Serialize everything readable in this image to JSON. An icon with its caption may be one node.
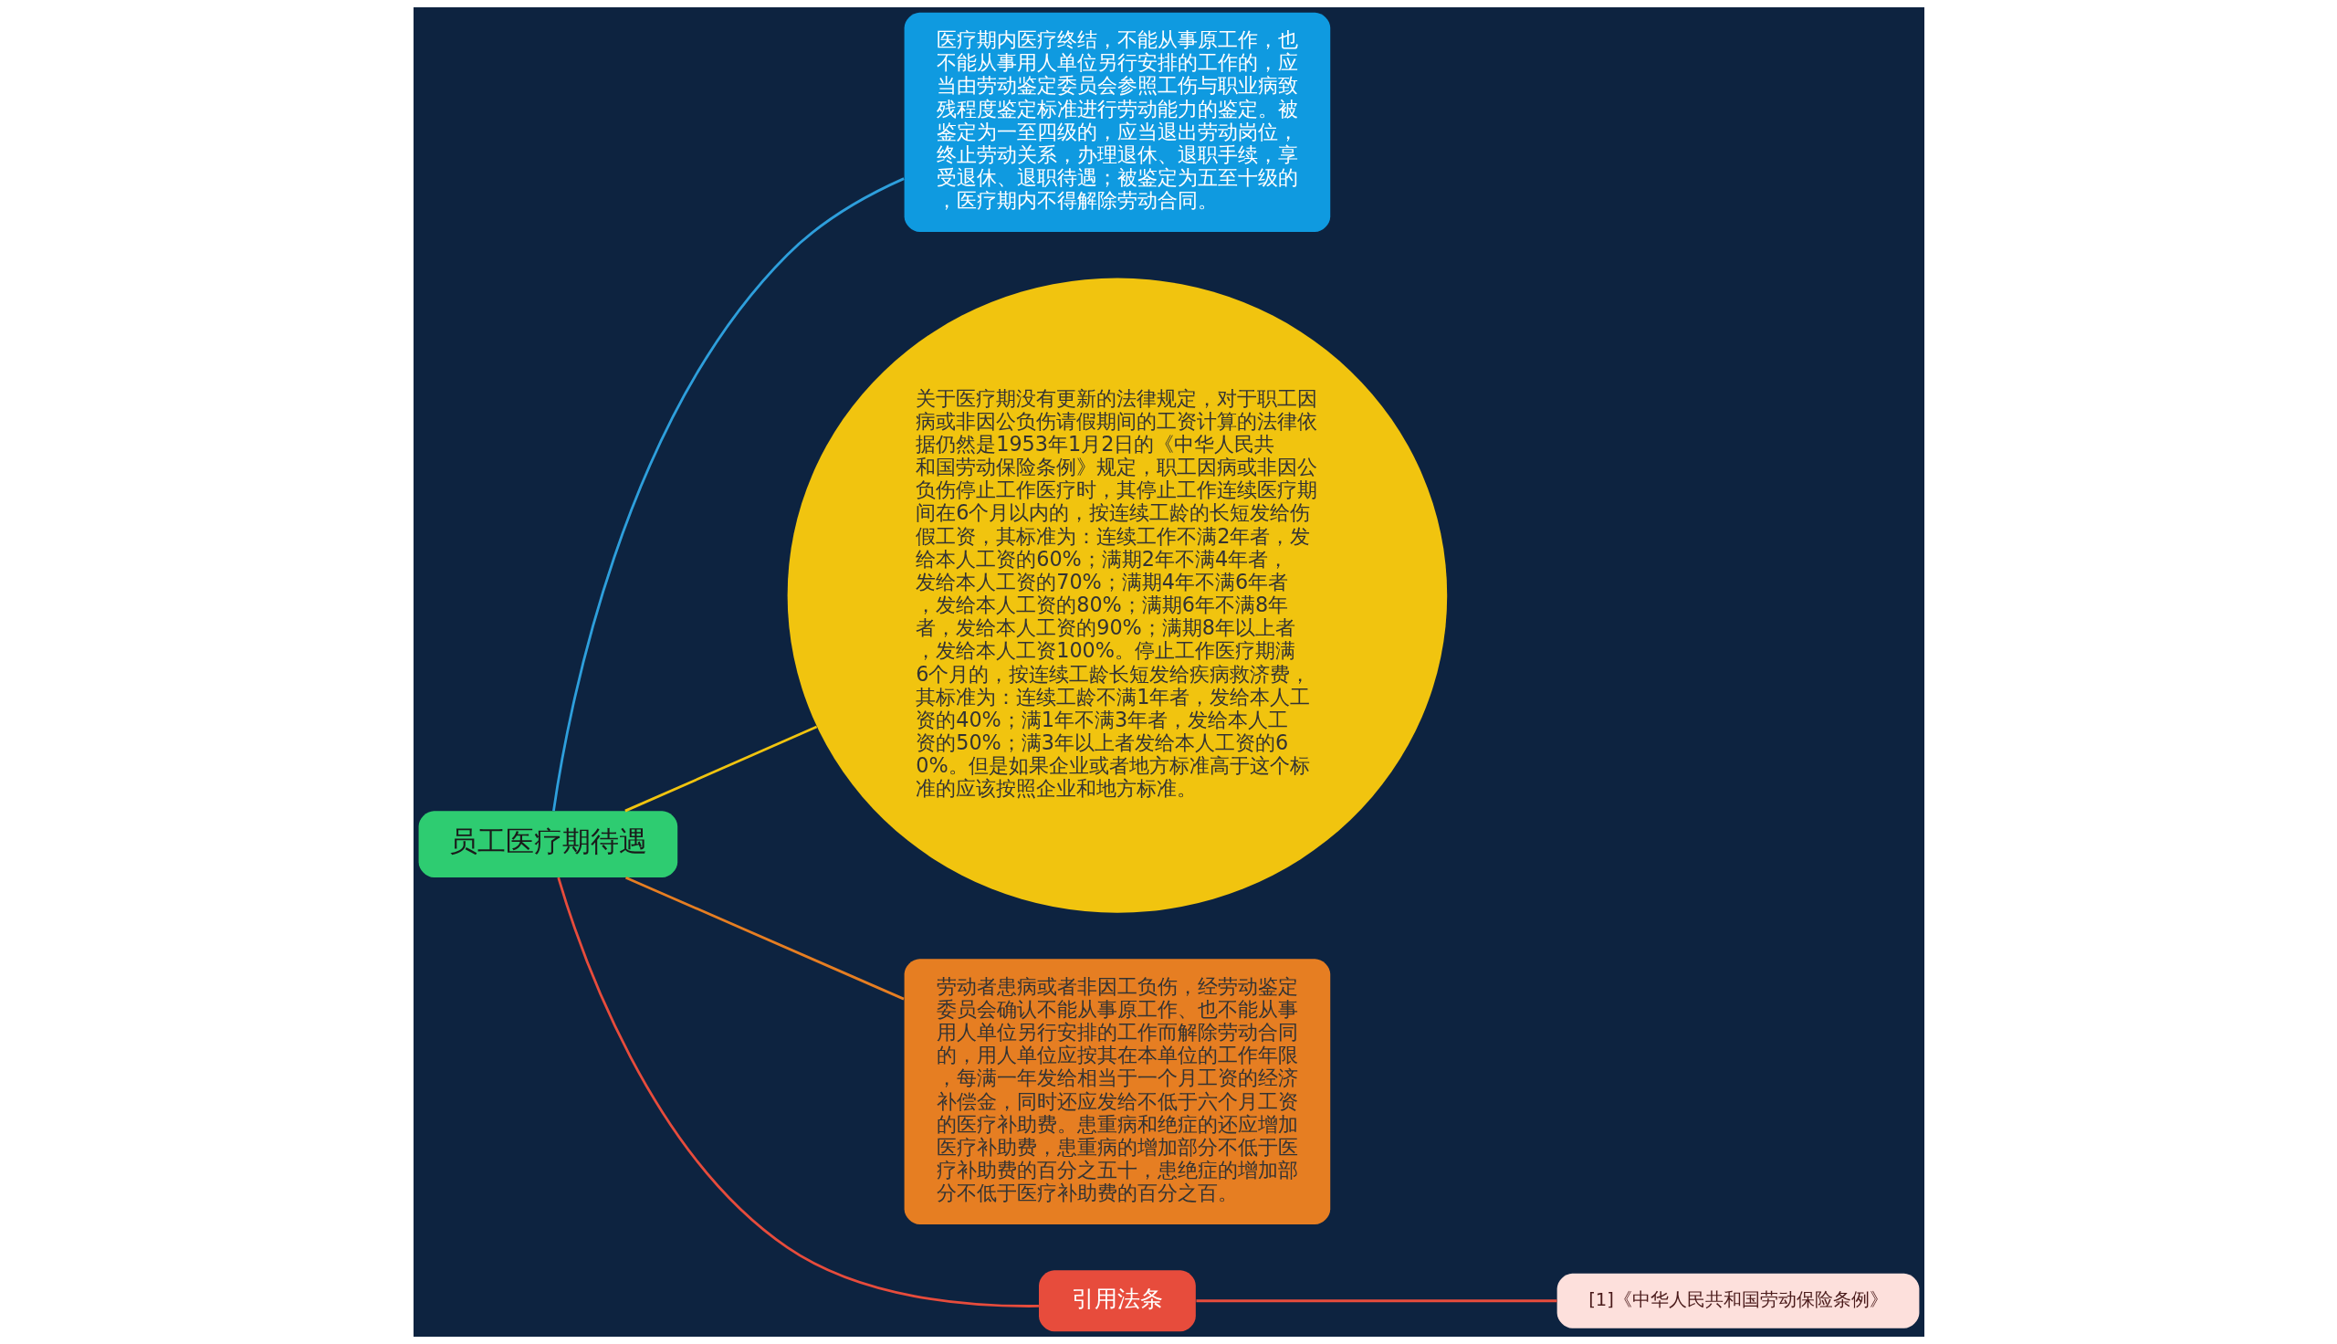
{
  "diagram": {
    "nodes": [
      {
        "text": [
          "员工医疗期待遇"
        ]
      },
      {
        "text": [
          "医疗期内医疗终结，不能从事原工作，也不能从事用人单位另行安排的工作的，应当由劳动鉴定委员会参照工伤与职业病致残程度鉴定标准进行劳动能力的鉴定。被鉴定为一至四级的，应当退出劳动岗位，终止劳动关系，办理退休、退职手续，享受退休、退职待遇；被鉴定为五至十级的，医疗期内不得解除劳动合同。"
        ]
      },
      {
        "text": [
          "关于医疗期没有更新的法律规定，对于职工因病或非因公负伤请假期间的工资计算的法律依据仍然是1953年1月2日的《中华人民共和国劳动保险条例》规定，职工因病或非因公负伤停止工作医疗时，其停止工作连续医疗期间在6个月以内的，按连续工龄的长短发给伤假工资，其标准为：连续工作不满2年者，发给本人工资的60%；满期2年不满4年者，发给本人工资的70%；满期4年不满6年者，发给本人工资的80%；满期6年不满8年者，发给本人工资的90%；满期8年以上者，发给本人工资100%。停止工作医疗期满6个月的，按连续工龄长短发给疾病救济费，其标准为：连续工龄不满1年者，发给本人工资的40%；满1年不满3年者，发给本人工资的50%；满3年以上者发给本人工资的60%。但是如果企业或者地方标准高于这个标准的应该按照企业和地方标准。"
        ]
      },
      {
        "text": [
          "劳动者患病或者非因工负伤，经劳动鉴定委员会确认不能从事原工作、也不能从事用人单位另行安排的工作而解除劳动合同的，用人单位应按其在本单位的工作年限，每满一年发给相当于一个月工资的经济补偿金，同时还应发给不低于六个月工资的医疗补助费。患重病和绝症的还应增加医疗补助费，患重病的增加部分不低于医疗补助费的百分之五十，患绝症的增加部分不低于医疗补助费的百分之百。"
        ]
      },
      {
        "text": [
          "引用法条"
        ]
      },
      {
        "text": [
          "[1]《中华人民共和国劳动保险条例》"
        ]
      }
    ],
    "edges": [
      {
        "from": 0,
        "to": 1,
        "arrow": "none",
        "color": "#2e9fdc"
      },
      {
        "from": 0,
        "to": 2,
        "arrow": "none",
        "color": "#f1c40f"
      },
      {
        "from": 0,
        "to": 3,
        "arrow": "none",
        "color": "#e67e22"
      },
      {
        "from": 0,
        "to": 4,
        "arrow": "none",
        "color": "#e74c3c"
      },
      {
        "from": 4,
        "to": 5,
        "arrow": "none",
        "color": "#e74c3c"
      }
    ]
  }
}
